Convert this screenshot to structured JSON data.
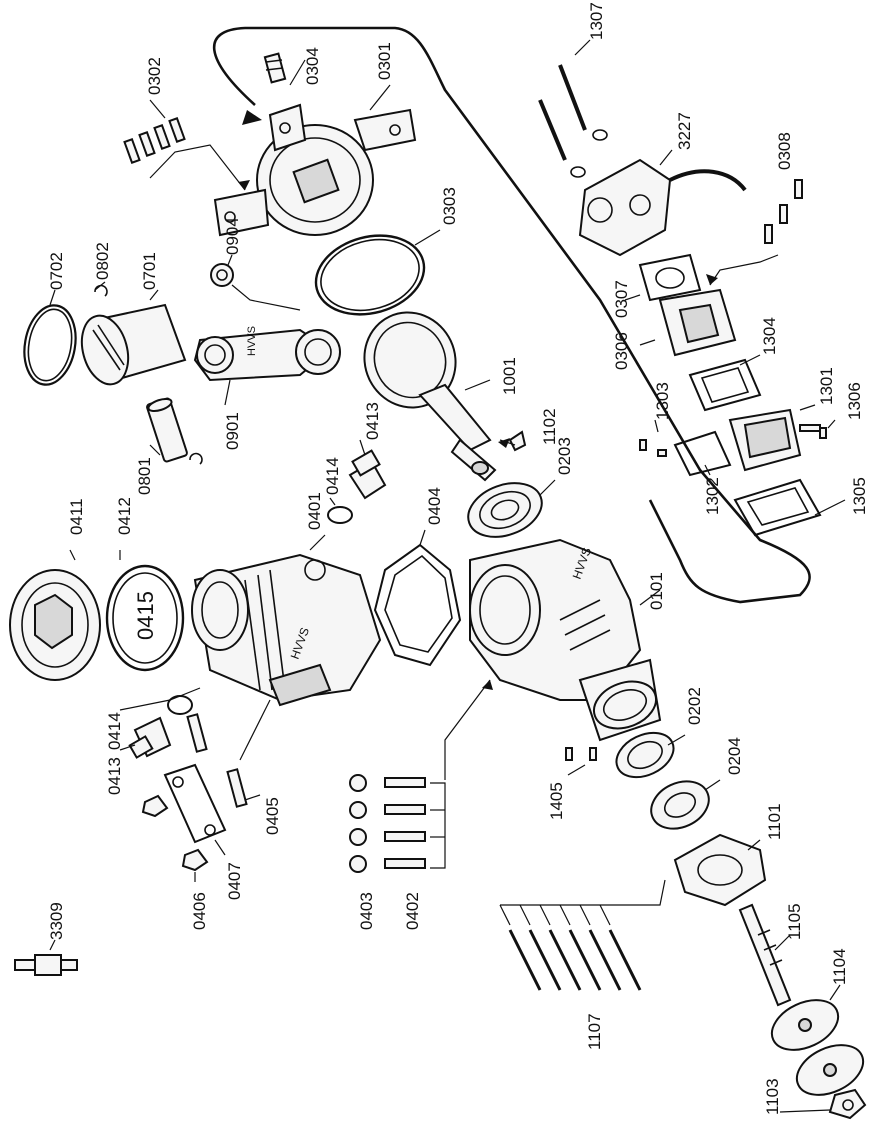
{
  "labels": {
    "p0101": "0101",
    "p0202": "0202",
    "p0203": "0203",
    "p0204": "0204",
    "p0301": "0301",
    "p0302": "0302",
    "p0303": "0303",
    "p0304": "0304",
    "p0306": "0306",
    "p0307": "0307",
    "p0308": "0308",
    "p0401": "0401",
    "p0402": "0402",
    "p0403": "0403",
    "p0404": "0404",
    "p0405": "0405",
    "p0406": "0406",
    "p0407": "0407",
    "p0411": "0411",
    "p0412": "0412",
    "p0413a": "0413",
    "p0413b": "0413",
    "p0414a": "0414",
    "p0414b": "0414",
    "p0415": "0415",
    "p0701": "0701",
    "p0702": "0702",
    "p0801": "0801",
    "p0802": "0802",
    "p0901": "0901",
    "p0904": "0904",
    "p1001": "1001",
    "p1101": "1101",
    "p1102": "1102",
    "p1103": "1103",
    "p1104": "1104",
    "p1105": "1105",
    "p1107": "1107",
    "p1301": "1301",
    "p1302": "1302",
    "p1303": "1303",
    "p1304": "1304",
    "p1305": "1305",
    "p1306": "1306",
    "p1307": "1307",
    "p1405": "1405",
    "p3227": "3227",
    "p3309": "3309"
  },
  "logos": {
    "crankcase_brand": "HVVS",
    "rod_brand": "HVVS",
    "head_brand": "HVVS"
  }
}
